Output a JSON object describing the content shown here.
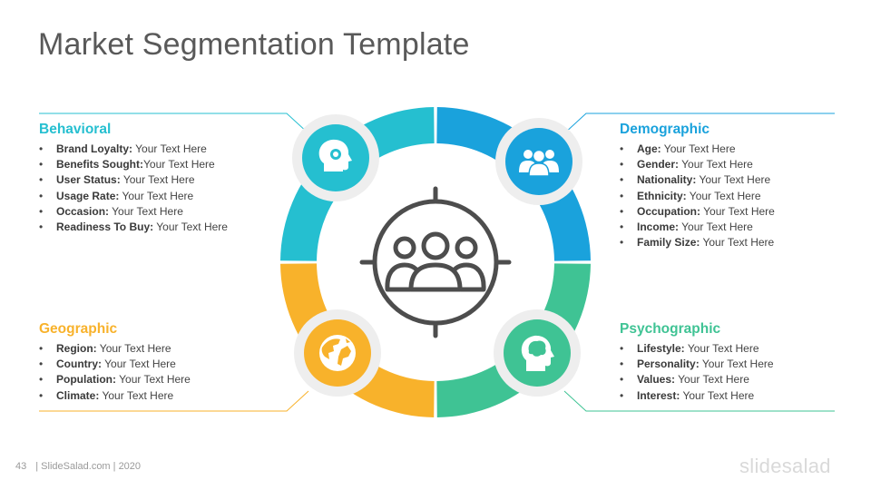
{
  "title": "Market Segmentation Template",
  "colors": {
    "behavioral": "#25bfd0",
    "demographic": "#1aa2dc",
    "geographic": "#f8b22b",
    "psychographic": "#3fc394",
    "ring_gap": "#ffffff",
    "icon_halo": "#eeeeee",
    "center_icon": "#4d4d4d"
  },
  "icons": {
    "behavioral": "head-gear-icon",
    "demographic": "people-group-icon",
    "geographic": "globe-icon",
    "psychographic": "head-brain-icon",
    "center": "target-audience-icon"
  },
  "sections": {
    "behavioral": {
      "heading": "Behavioral",
      "items": [
        {
          "label": "Brand Loyalty:",
          "value": "Your Text Here"
        },
        {
          "label": "Benefits Sought:",
          "value": "Your Text Here"
        },
        {
          "label": "User Status:",
          "value": "Your Text Here"
        },
        {
          "label": "Usage Rate:",
          "value": "Your Text Here"
        },
        {
          "label": "Occasion:",
          "value": "Your Text Here"
        },
        {
          "label": "Readiness To Buy:",
          "value": "Your Text Here"
        }
      ]
    },
    "demographic": {
      "heading": "Demographic",
      "items": [
        {
          "label": "Age:",
          "value": "Your Text Here"
        },
        {
          "label": "Gender:",
          "value": "Your Text Here"
        },
        {
          "label": "Nationality:",
          "value": "Your Text Here"
        },
        {
          "label": "Ethnicity:",
          "value": "Your Text Here"
        },
        {
          "label": "Occupation:",
          "value": "Your Text Here"
        },
        {
          "label": "Income:",
          "value": "Your Text Here"
        },
        {
          "label": "Family Size:",
          "value": "Your Text Here"
        }
      ]
    },
    "geographic": {
      "heading": "Geographic",
      "items": [
        {
          "label": "Region:",
          "value": "Your Text Here"
        },
        {
          "label": "Country:",
          "value": "Your Text Here"
        },
        {
          "label": "Population:",
          "value": "Your Text Here"
        },
        {
          "label": "Climate:",
          "value": "Your Text Here"
        }
      ]
    },
    "psychographic": {
      "heading": "Psychographic",
      "items": [
        {
          "label": "Lifestyle:",
          "value": "Your Text Here"
        },
        {
          "label": "Personality:",
          "value": "Your Text Here"
        },
        {
          "label": "Values:",
          "value": "Your Text Here"
        },
        {
          "label": "Interest:",
          "value": "Your Text Here"
        }
      ]
    }
  },
  "footer": {
    "page_number": "43",
    "text": "| SlideSalad.com | 2020"
  },
  "brand": "slidesalad"
}
